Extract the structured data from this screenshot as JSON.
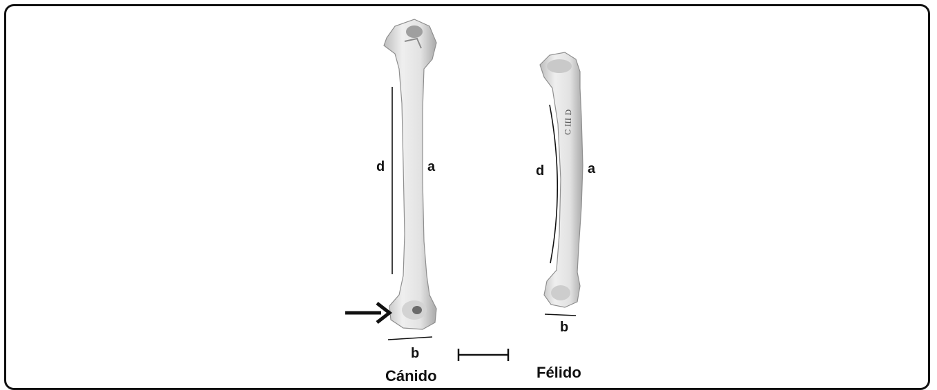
{
  "specimens": [
    {
      "name": "Cánido",
      "labels": {
        "d": "d",
        "a": "a",
        "b": "b"
      }
    },
    {
      "name": "Félido",
      "labels": {
        "d": "d",
        "a": "a",
        "b": "b"
      }
    }
  ],
  "catalog_inscription": "C III D",
  "colors": {
    "bone": "#e6e6e6",
    "bone_shadow": "#b5b5b5",
    "ink": "#111111",
    "frame": "#111111"
  },
  "icons": [
    "arrow-right-icon",
    "scale-bar-icon"
  ]
}
